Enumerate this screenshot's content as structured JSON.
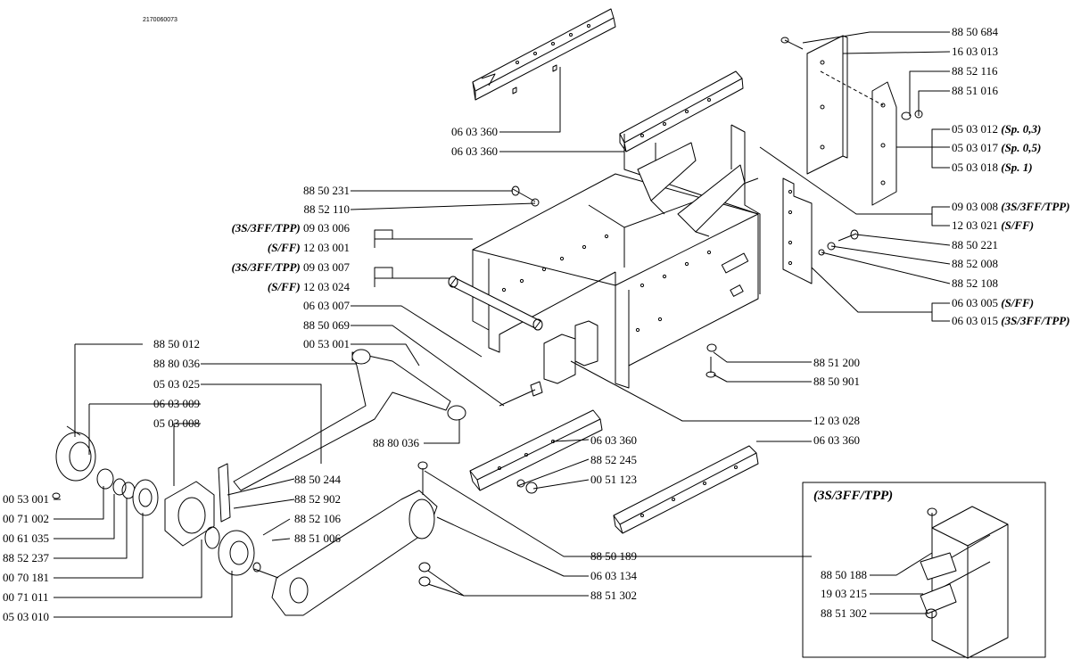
{
  "doc_id": "2170060073",
  "inset_title": "(3S/3FF/TPP)",
  "right_labels": [
    {
      "code": "88 50 684",
      "note": ""
    },
    {
      "code": "16 03 013",
      "note": ""
    },
    {
      "code": "88 52 116",
      "note": ""
    },
    {
      "code": "88 51 016",
      "note": ""
    },
    {
      "code": "05 03 012",
      "note": "(Sp. 0,3)"
    },
    {
      "code": "05 03 017",
      "note": "(Sp. 0,5)"
    },
    {
      "code": "05 03 018",
      "note": "(Sp. 1)"
    },
    {
      "code": "09 03 008",
      "note": "(3S/3FF/TPP)"
    },
    {
      "code": "12 03 021",
      "note": "(S/FF)"
    },
    {
      "code": "88 50 221",
      "note": ""
    },
    {
      "code": "88 52 008",
      "note": ""
    },
    {
      "code": "88 52 108",
      "note": ""
    },
    {
      "code": "06 03 005",
      "note": "(S/FF)"
    },
    {
      "code": "06 03 015",
      "note": "(3S/3FF/TPP)"
    },
    {
      "code": "88 51 200",
      "note": ""
    },
    {
      "code": "88 50 901",
      "note": ""
    },
    {
      "code": "12 03 028",
      "note": ""
    },
    {
      "code": "06 03 360",
      "note": ""
    }
  ],
  "center_labels": [
    {
      "code": "06 03 360",
      "note": ""
    },
    {
      "code": "06 03 360",
      "note": ""
    },
    {
      "code": "88 50 231",
      "note": ""
    },
    {
      "code": "88 52 110",
      "note": ""
    },
    {
      "code": "09 03 006",
      "note": "(3S/3FF/TPP)"
    },
    {
      "code": "12 03 001",
      "note": "(S/FF)"
    },
    {
      "code": "09 03 007",
      "note": "(3S/3FF/TPP)"
    },
    {
      "code": "12 03 024",
      "note": "(S/FF)"
    },
    {
      "code": "06 03 007",
      "note": ""
    },
    {
      "code": "88 50 069",
      "note": ""
    },
    {
      "code": "00 53 001",
      "note": ""
    }
  ],
  "left_labels": [
    {
      "code": "88 50 012"
    },
    {
      "code": "88 80 036"
    },
    {
      "code": "05 03 025"
    },
    {
      "code": "06 03 009"
    },
    {
      "code": "05 03 008"
    }
  ],
  "bottom_left_labels": [
    {
      "code": "00 53 001"
    },
    {
      "code": "00 71 002"
    },
    {
      "code": "00 61 035"
    },
    {
      "code": "88 52 237"
    },
    {
      "code": "00 70 181"
    },
    {
      "code": "00 71 011"
    },
    {
      "code": "05 03 010"
    }
  ],
  "mid_labels": [
    {
      "code": "88 80 036"
    },
    {
      "code": "88 50 244"
    },
    {
      "code": "88 52 902"
    },
    {
      "code": "88 52 106"
    },
    {
      "code": "88 51 006"
    }
  ],
  "lower_right_labels": [
    {
      "code": "06 03 360"
    },
    {
      "code": "88 52 245"
    },
    {
      "code": "00 51 123"
    },
    {
      "code": "88 50 189"
    },
    {
      "code": "06 03 134"
    },
    {
      "code": "88 51 302"
    }
  ],
  "inset_labels": [
    {
      "code": "88 50 188"
    },
    {
      "code": "19 03 215"
    },
    {
      "code": "88 51 302"
    }
  ]
}
